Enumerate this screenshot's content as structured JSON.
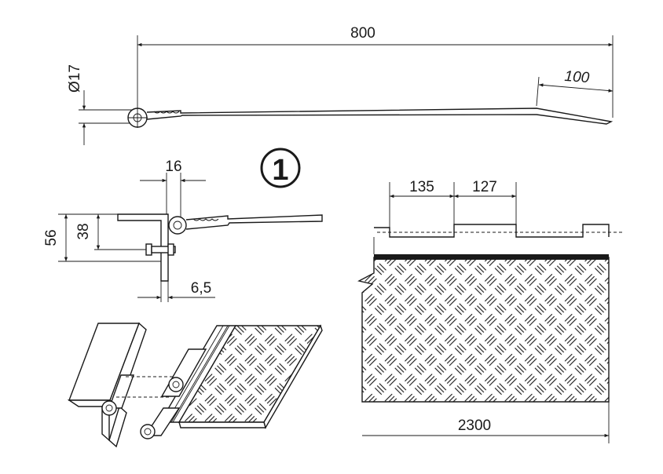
{
  "drawing": {
    "callout": "1",
    "dimensions": {
      "total_length": "800",
      "tip_length": "100",
      "diameter": "Ø17",
      "bracket_width": "16",
      "height_outer": "56",
      "height_inner": "38",
      "thickness": "6,5",
      "pitch_a": "135",
      "pitch_b": "127",
      "panel_width": "2300"
    }
  }
}
